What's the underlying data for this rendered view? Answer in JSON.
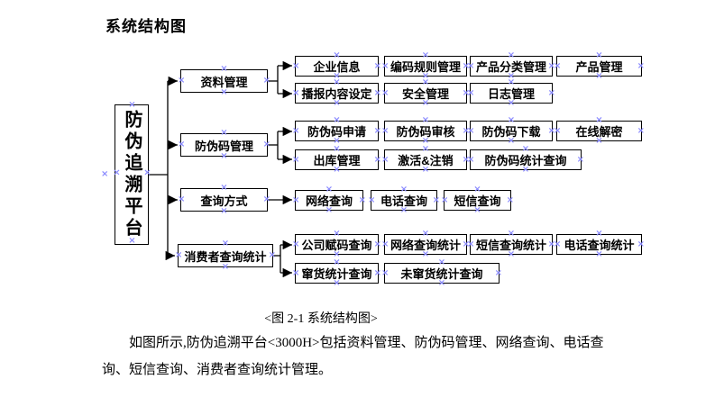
{
  "page": {
    "title": "系统结构图",
    "figure_caption": "<图 2-1 系统结构图>",
    "paragraph": "如图所示,防伪追溯平台<3000H>包括资料管理、防伪码管理、网络查询、电话查询、短信查询、消费者查询统计管理。"
  },
  "diagram": {
    "root": {
      "label": "防伪追溯平台"
    },
    "branches": [
      {
        "label": "资料管理",
        "rows": [
          [
            "企业信息",
            "编码规则管理",
            "产品分类管理",
            "产品管理"
          ],
          [
            "播报内容设定",
            "安全管理",
            "日志管理"
          ]
        ]
      },
      {
        "label": "防伪码管理",
        "rows": [
          [
            "防伪码申请",
            "防伪码审核",
            "防伪码下载",
            "在线解密"
          ],
          [
            "出库管理",
            "激活&注销",
            "防伪码统计查询"
          ]
        ]
      },
      {
        "label": "查询方式",
        "rows": [
          [
            "网络查询",
            "电话查询",
            "短信查询"
          ]
        ]
      },
      {
        "label": "消费者查询统计",
        "rows": [
          [
            "公司赋码查询",
            "网络查询统计",
            "短信查询统计",
            "电话查询统计"
          ],
          [
            "窜货统计查询",
            "未窜货统计查询"
          ]
        ]
      }
    ],
    "anchor_glyph": "×",
    "colors": {
      "box_border": "#000000",
      "connector": "#000000",
      "anchor_mark": "#8a8aff",
      "text": "#000000",
      "background": "#ffffff"
    }
  }
}
